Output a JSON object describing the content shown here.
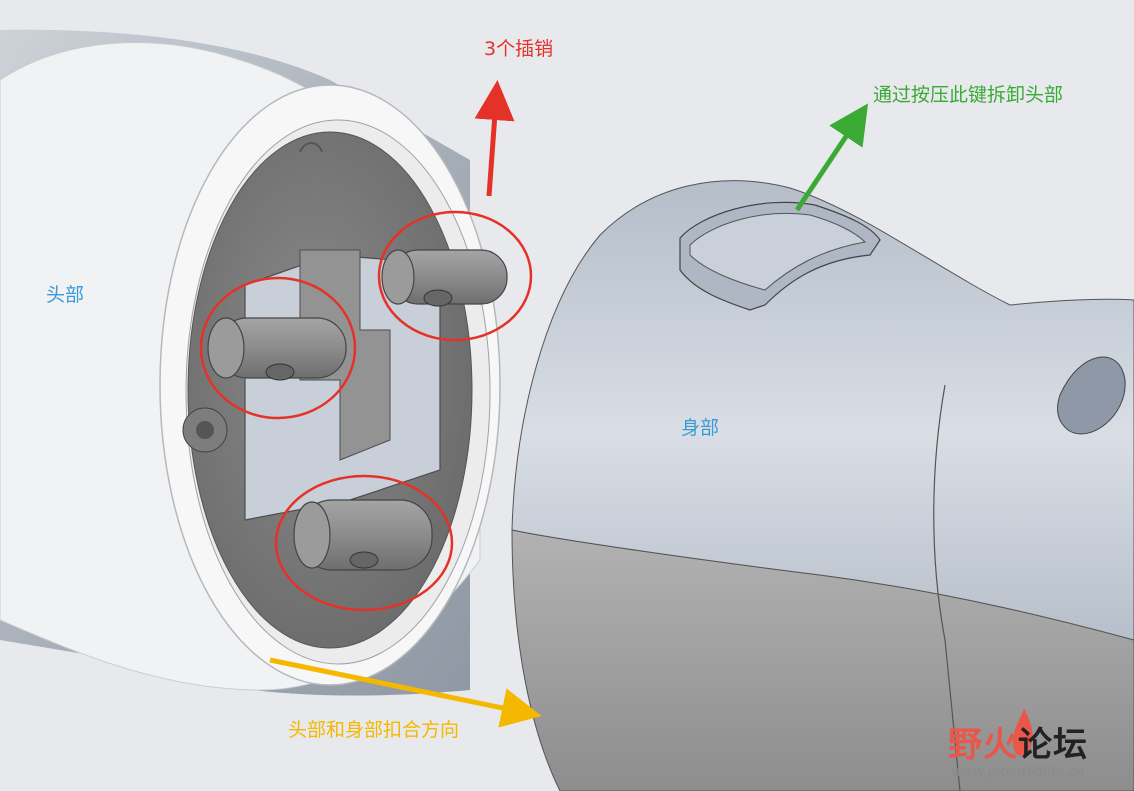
{
  "labels": {
    "head": "头部",
    "body": "身部",
    "pins": "3个插销",
    "release_key": "通过按压此键拆卸头部",
    "mating_direction": "头部和身部扣合方向"
  },
  "watermark": {
    "logo_text_1": "野火",
    "logo_text_2": "论坛",
    "url": "www.proewildfire.cn"
  },
  "colors": {
    "background": "#e7e9ec",
    "label_blue": "#3a9ad9",
    "pins_red": "#e53228",
    "release_green": "#3aaa35",
    "direction_orange": "#f5b800",
    "watermark_gray": "#8a8a8a"
  }
}
